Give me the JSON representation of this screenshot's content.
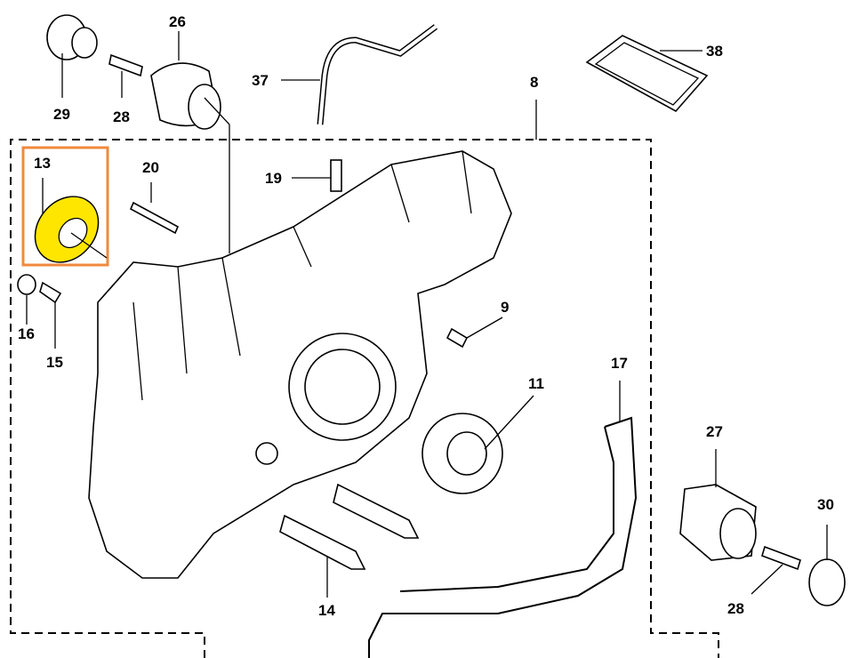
{
  "diagram": {
    "highlight_color": "#F08A3C",
    "highlight_part_color": "#FFE600",
    "callouts": [
      {
        "id": "29",
        "label": "29"
      },
      {
        "id": "26",
        "label": "26"
      },
      {
        "id": "28a",
        "label": "28"
      },
      {
        "id": "37",
        "label": "37"
      },
      {
        "id": "8",
        "label": "8"
      },
      {
        "id": "38",
        "label": "38"
      },
      {
        "id": "13",
        "label": "13"
      },
      {
        "id": "20",
        "label": "20"
      },
      {
        "id": "19",
        "label": "19"
      },
      {
        "id": "16",
        "label": "16"
      },
      {
        "id": "15",
        "label": "15"
      },
      {
        "id": "9",
        "label": "9"
      },
      {
        "id": "11",
        "label": "11"
      },
      {
        "id": "17",
        "label": "17"
      },
      {
        "id": "27",
        "label": "27"
      },
      {
        "id": "30",
        "label": "30"
      },
      {
        "id": "28b",
        "label": "28"
      },
      {
        "id": "14",
        "label": "14"
      }
    ]
  }
}
